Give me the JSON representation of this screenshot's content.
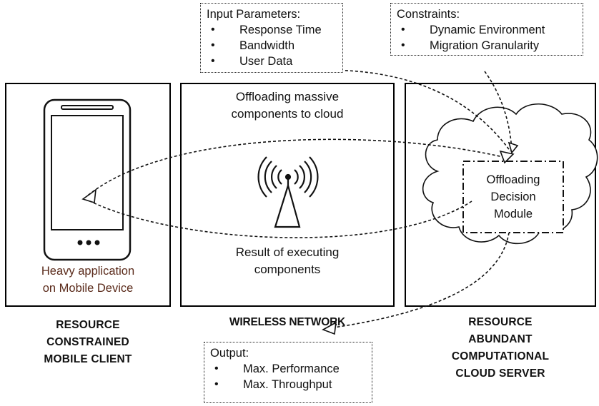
{
  "mobile_panel": {
    "app_label_line1": "Heavy application",
    "app_label_line2": "on Mobile Device",
    "caption_lines": [
      "RESOURCE",
      "CONSTRAINED",
      "MOBILE CLIENT"
    ]
  },
  "network_panel": {
    "top_text_line1": "Offloading massive",
    "top_text_line2": "components to cloud",
    "bottom_text_line1": "Result of executing",
    "bottom_text_line2": "components",
    "caption": "WIRELESS NETWORK"
  },
  "cloud_panel": {
    "module_line1": "Offloading",
    "module_line2": "Decision",
    "module_line3": "Module",
    "caption_lines": [
      "RESOURCE",
      "ABUNDANT",
      "COMPUTATIONAL",
      "CLOUD SERVER"
    ]
  },
  "input_box": {
    "title": "Input Parameters:",
    "items": [
      "Response Time",
      "Bandwidth",
      "User Data"
    ]
  },
  "constraints_box": {
    "title": "Constraints:",
    "items": [
      "Dynamic Environment",
      "Migration Granularity"
    ]
  },
  "output_box": {
    "title": "Output:",
    "items": [
      "Max. Performance",
      "Max. Throughput"
    ]
  },
  "colors": {
    "app_label": "#5a2a1a",
    "line": "#000000"
  }
}
